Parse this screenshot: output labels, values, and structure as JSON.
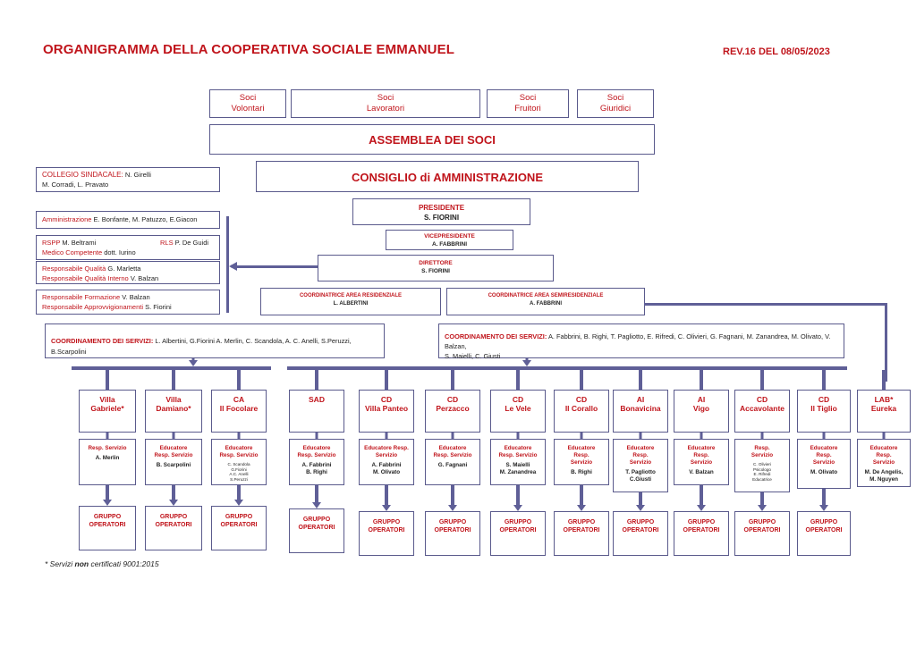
{
  "title": "ORGANIGRAMMA DELLA COOPERATIVA SOCIALE EMMANUEL",
  "revision": "REV.16 DEL 08/05/2023",
  "soci": [
    {
      "line1": "Soci",
      "line2": "Volontari"
    },
    {
      "line1": "Soci",
      "line2": "Lavoratori"
    },
    {
      "line1": "Soci",
      "line2": "Fruitori"
    },
    {
      "line1": "Soci",
      "line2": "Giuridici"
    }
  ],
  "assemblea": "ASSEMBLEA DEI SOCI",
  "consiglio": "CONSIGLIO di AMMINISTRAZIONE",
  "collegio": {
    "label": "COLLEGIO SINDACALE:",
    "line1": " N. Girelli",
    "line2": "M. Corradi, L. Pravato"
  },
  "presidente": {
    "role": "PRESIDENTE",
    "name": "S. FIORINI"
  },
  "vicepresidente": {
    "role": "VICEPRESIDENTE",
    "name": "A. FABBRINI"
  },
  "direttore": {
    "role": "DIRETTORE",
    "name": "S. FIORINI"
  },
  "staff": {
    "amministrazione": {
      "label": "Amministrazione",
      "names": " E. Bonfante, M. Patuzzo, E.Giacon"
    },
    "rspp": {
      "label": "RSPP",
      "names": " M. Beltrami"
    },
    "rls": {
      "label": "RLS",
      "names": " P. De Guidi"
    },
    "medico": {
      "label": "Medico Competente",
      "names": " dott. Iurino"
    },
    "qualita": {
      "label": "Responsabile Qualità",
      "names": " G. Marletta"
    },
    "qualita_int": {
      "label": "Responsabile Qualità Interno",
      "names": " V. Balzan"
    },
    "formazione": {
      "label": "Responsabile Formazione",
      "names": " V. Balzan"
    },
    "approvv": {
      "label": "Responsabile Approvvigionamenti",
      "names": " S. Fiorini"
    }
  },
  "coord_res": {
    "role": "COORDINATRICE AREA RESIDENZIALE",
    "name": "L. ALBERTINI"
  },
  "coord_semi": {
    "role": "COORDINATRICE AREA SEMIRESIDENZIALE",
    "name": "A. FABBRINI"
  },
  "coord_servizi_left": {
    "label": "COORDINAMENTO DEI SERVIZI:",
    "names": " L. Albertini, G.Fiorini A. Merlin, C. Scandola, A. C. Anelli, S.Peruzzi, B.Scarpolini"
  },
  "coord_servizi_right": {
    "label": "COORDINAMENTO DEI SERVIZI:",
    "names": " A. Fabbrini, B. Righi, T. Pagliotto, E. Rifredi, C. Olivieri, G. Fagnani, M. Zanandrea, M. Olivato, V. Balzan,",
    "names2": "S. Maielli, C. Giusti"
  },
  "services": [
    {
      "t1": "Villa",
      "t2": "Gabriele*",
      "r": [
        "Resp. Servizio"
      ],
      "p": [
        "A. Merlin"
      ]
    },
    {
      "t1": "Villa",
      "t2": "Damiano*",
      "r": [
        "Educatore",
        "Resp. Servizio"
      ],
      "p": [
        "B. Scarpolini"
      ]
    },
    {
      "t1": "CA",
      "t2": "Il Focolare",
      "r": [
        "Educatore",
        "Resp. Servizio"
      ],
      "p": [
        "C. Scandola",
        "G.Fiorini",
        "A.C. Anelli",
        "S.Peruzzi"
      ]
    },
    {
      "t1": "SAD",
      "t2": "",
      "r": [
        "Educatore",
        "Resp. Servizio"
      ],
      "p": [
        "A. Fabbrini",
        "B. Righi"
      ]
    },
    {
      "t1": "CD",
      "t2": "Villa Panteo",
      "r": [
        "Educatore Resp.",
        "Servizio"
      ],
      "p": [
        "A. Fabbrini",
        "M. Olivato"
      ]
    },
    {
      "t1": "CD",
      "t2": "Perzacco",
      "r": [
        "Educatore",
        "Resp. Servizio"
      ],
      "p": [
        "G. Fagnani"
      ]
    },
    {
      "t1": "CD",
      "t2": "Le Vele",
      "r": [
        "Educatore",
        "Resp. Servizio"
      ],
      "p": [
        "S. Maielli",
        "M. Zanandrea"
      ]
    },
    {
      "t1": "CD",
      "t2": "Il Corallo",
      "r": [
        "Educatore",
        "Resp.",
        "Servizio"
      ],
      "p": [
        "B. Righi"
      ]
    },
    {
      "t1": "AI",
      "t2": "Bonavicina",
      "r": [
        "Educatore",
        "Resp.",
        "Servizio"
      ],
      "p": [
        "T. Pagliotto",
        "C.Giusti"
      ]
    },
    {
      "t1": "AI",
      "t2": "Vigo",
      "r": [
        "Educatore",
        "Resp.",
        "Servizio"
      ],
      "p": [
        "V. Balzan"
      ]
    },
    {
      "t1": "CD",
      "t2": "Accavolante",
      "r": [
        "Resp.",
        "Servizio"
      ],
      "p": [
        "C. Olivieri",
        "Psicologo",
        "E. Rifredi",
        "Educatrice"
      ]
    },
    {
      "t1": "CD",
      "t2": "Il Tiglio",
      "r": [
        "Educatore",
        "Resp.",
        "Servizio"
      ],
      "p": [
        "M. Olivato"
      ]
    },
    {
      "t1": "LAB*",
      "t2": "Eureka",
      "r": [
        "Educatore",
        "Resp.",
        "Servizio"
      ],
      "p": [
        "M. De Angelis,",
        "M. Nguyen"
      ]
    }
  ],
  "gruppo": {
    "l1": "GRUPPO",
    "l2": "OPERATORI"
  },
  "footnote_a": "* Servizi ",
  "footnote_b": "non",
  "footnote_c": " certificati 9001:2015"
}
